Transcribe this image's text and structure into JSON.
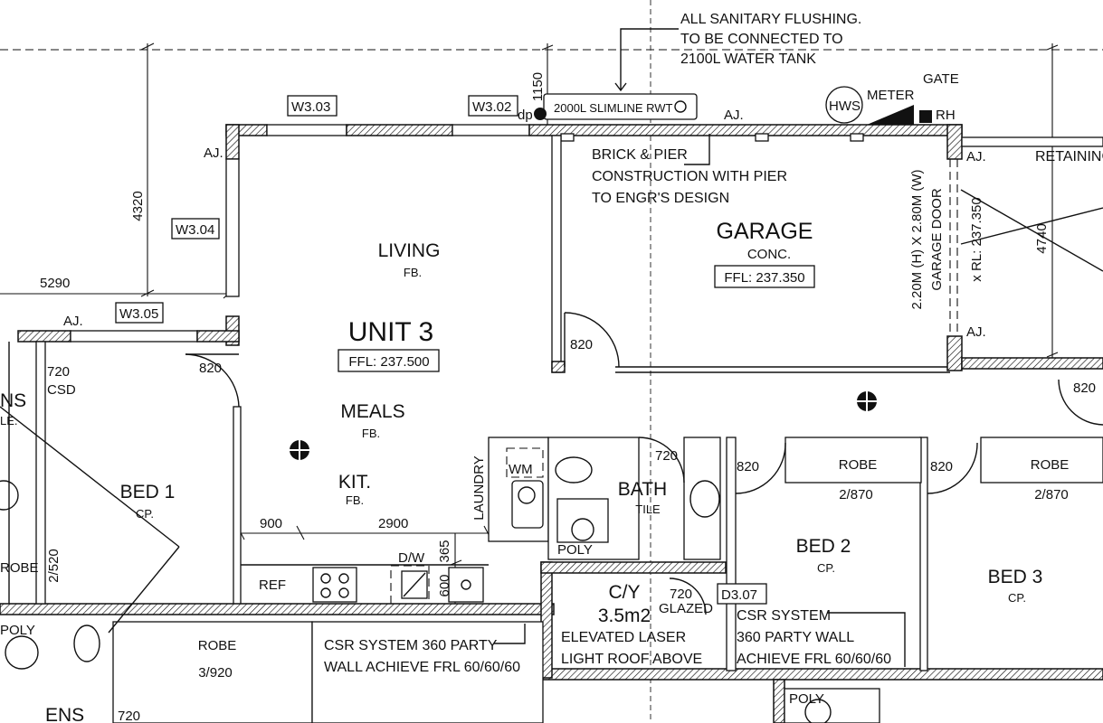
{
  "rooms": {
    "living": {
      "name": "LIVING",
      "finish": "FB."
    },
    "unit": {
      "name": "UNIT 3",
      "ffl": "FFL: 237.500"
    },
    "meals": {
      "name": "MEALS",
      "finish": "FB."
    },
    "kit": {
      "name": "KIT.",
      "finish": "FB."
    },
    "garage": {
      "name": "GARAGE",
      "finish": "CONC.",
      "ffl": "FFL: 237.350"
    },
    "bed1": {
      "name": "BED 1",
      "finish": "CP."
    },
    "bed2": {
      "name": "BED 2",
      "finish": "CP."
    },
    "bed3": {
      "name": "BED 3",
      "finish": "CP."
    },
    "bath": {
      "name": "BATH",
      "finish": "TILE"
    },
    "cy": {
      "name": "C/Y",
      "area": "3.5m2",
      "note1": "ELEVATED LASER",
      "note2": "LIGHT ROOF ABOVE"
    },
    "laundry": "LAUNDRY",
    "ens_top": "NS",
    "ens_top_finish": "LE.",
    "ens_bottom": "ENS"
  },
  "windows": [
    "W3.03",
    "W3.02",
    "W3.04",
    "W3.05",
    "D3.07"
  ],
  "dimensions": {
    "d4320": "4320",
    "d5290": "5290",
    "d1150": "1150",
    "d4740": "4740",
    "d900": "900",
    "d2900": "2900",
    "d365": "365",
    "d600": "600",
    "d820": "820",
    "d720": "720",
    "d720csd": "720",
    "csd": "CSD",
    "d2520": "2/520",
    "d720b": "720"
  },
  "fixtures": {
    "rwt": "2000L SLIMLINE RWT",
    "hws": "HWS",
    "meter": "METER",
    "rh": "RH",
    "gate": "GATE",
    "ref": "REF",
    "dw": "D/W",
    "wm": "WM",
    "poly": "POLY",
    "dp": "dp",
    "glazed": "GLAZED",
    "aj": "AJ."
  },
  "robes": {
    "bed2": {
      "name": "ROBE",
      "size": "2/870"
    },
    "bed3": {
      "name": "ROBE",
      "size": "2/870"
    },
    "bottom": {
      "name": "ROBE",
      "size": "3/920"
    },
    "bed1": "ROBE"
  },
  "notes": {
    "flushing": [
      "ALL SANITARY FLUSHING.",
      "TO BE CONNECTED TO",
      "2100L WATER TANK"
    ],
    "brick": [
      "BRICK & PIER",
      "CONSTRUCTION WITH PIER",
      "TO ENGR'S DESIGN"
    ],
    "csr_left": [
      "CSR SYSTEM 360 PARTY",
      "WALL ACHIEVE FRL 60/60/60"
    ],
    "csr_right": [
      "CSR SYSTEM",
      "360 PARTY WALL",
      "ACHIEVE FRL 60/60/60"
    ],
    "garage_door": [
      "2.20M (H) X 2.80M (W)",
      "GARAGE DOOR"
    ],
    "rl": "x RL: 237.350",
    "retaining": "RETAINING"
  }
}
